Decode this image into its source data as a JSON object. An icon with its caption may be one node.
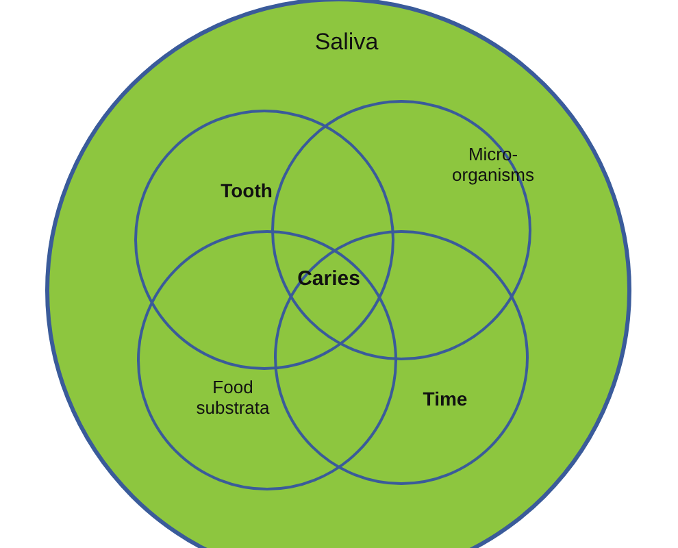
{
  "diagram": {
    "nodes": [
      {
        "text": [
          "Saliva"
        ]
      },
      {
        "text": [
          "Tooth"
        ],
        "in": 0
      },
      {
        "text": [
          "Micro- organisms"
        ],
        "in": 0
      },
      {
        "text": [
          "Food substrata"
        ],
        "in": 0
      },
      {
        "text": [
          "Time"
        ],
        "in": 0
      }
    ],
    "labels": [
      "Caries"
    ]
  }
}
